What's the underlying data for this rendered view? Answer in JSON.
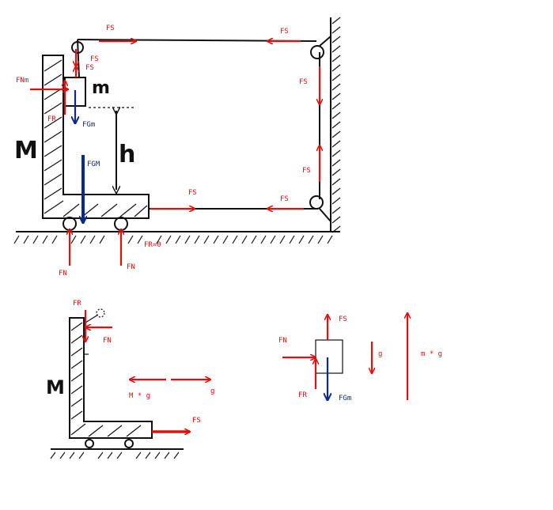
{
  "labels": {
    "fs": "FS",
    "fnm": "FNm",
    "fr": "FR",
    "fgm_small": "FGm",
    "fgm_big": "FGM",
    "fn": "FN",
    "fr0": "FR=0",
    "mass_small": "m",
    "mass_big": "M",
    "height": "h",
    "m_times_g_big": "M * g",
    "g": "g",
    "m_times_g_small": "m * g"
  },
  "colors": {
    "force": "#e01010",
    "gravity": "#0a2a8a",
    "structure": "#111111"
  }
}
